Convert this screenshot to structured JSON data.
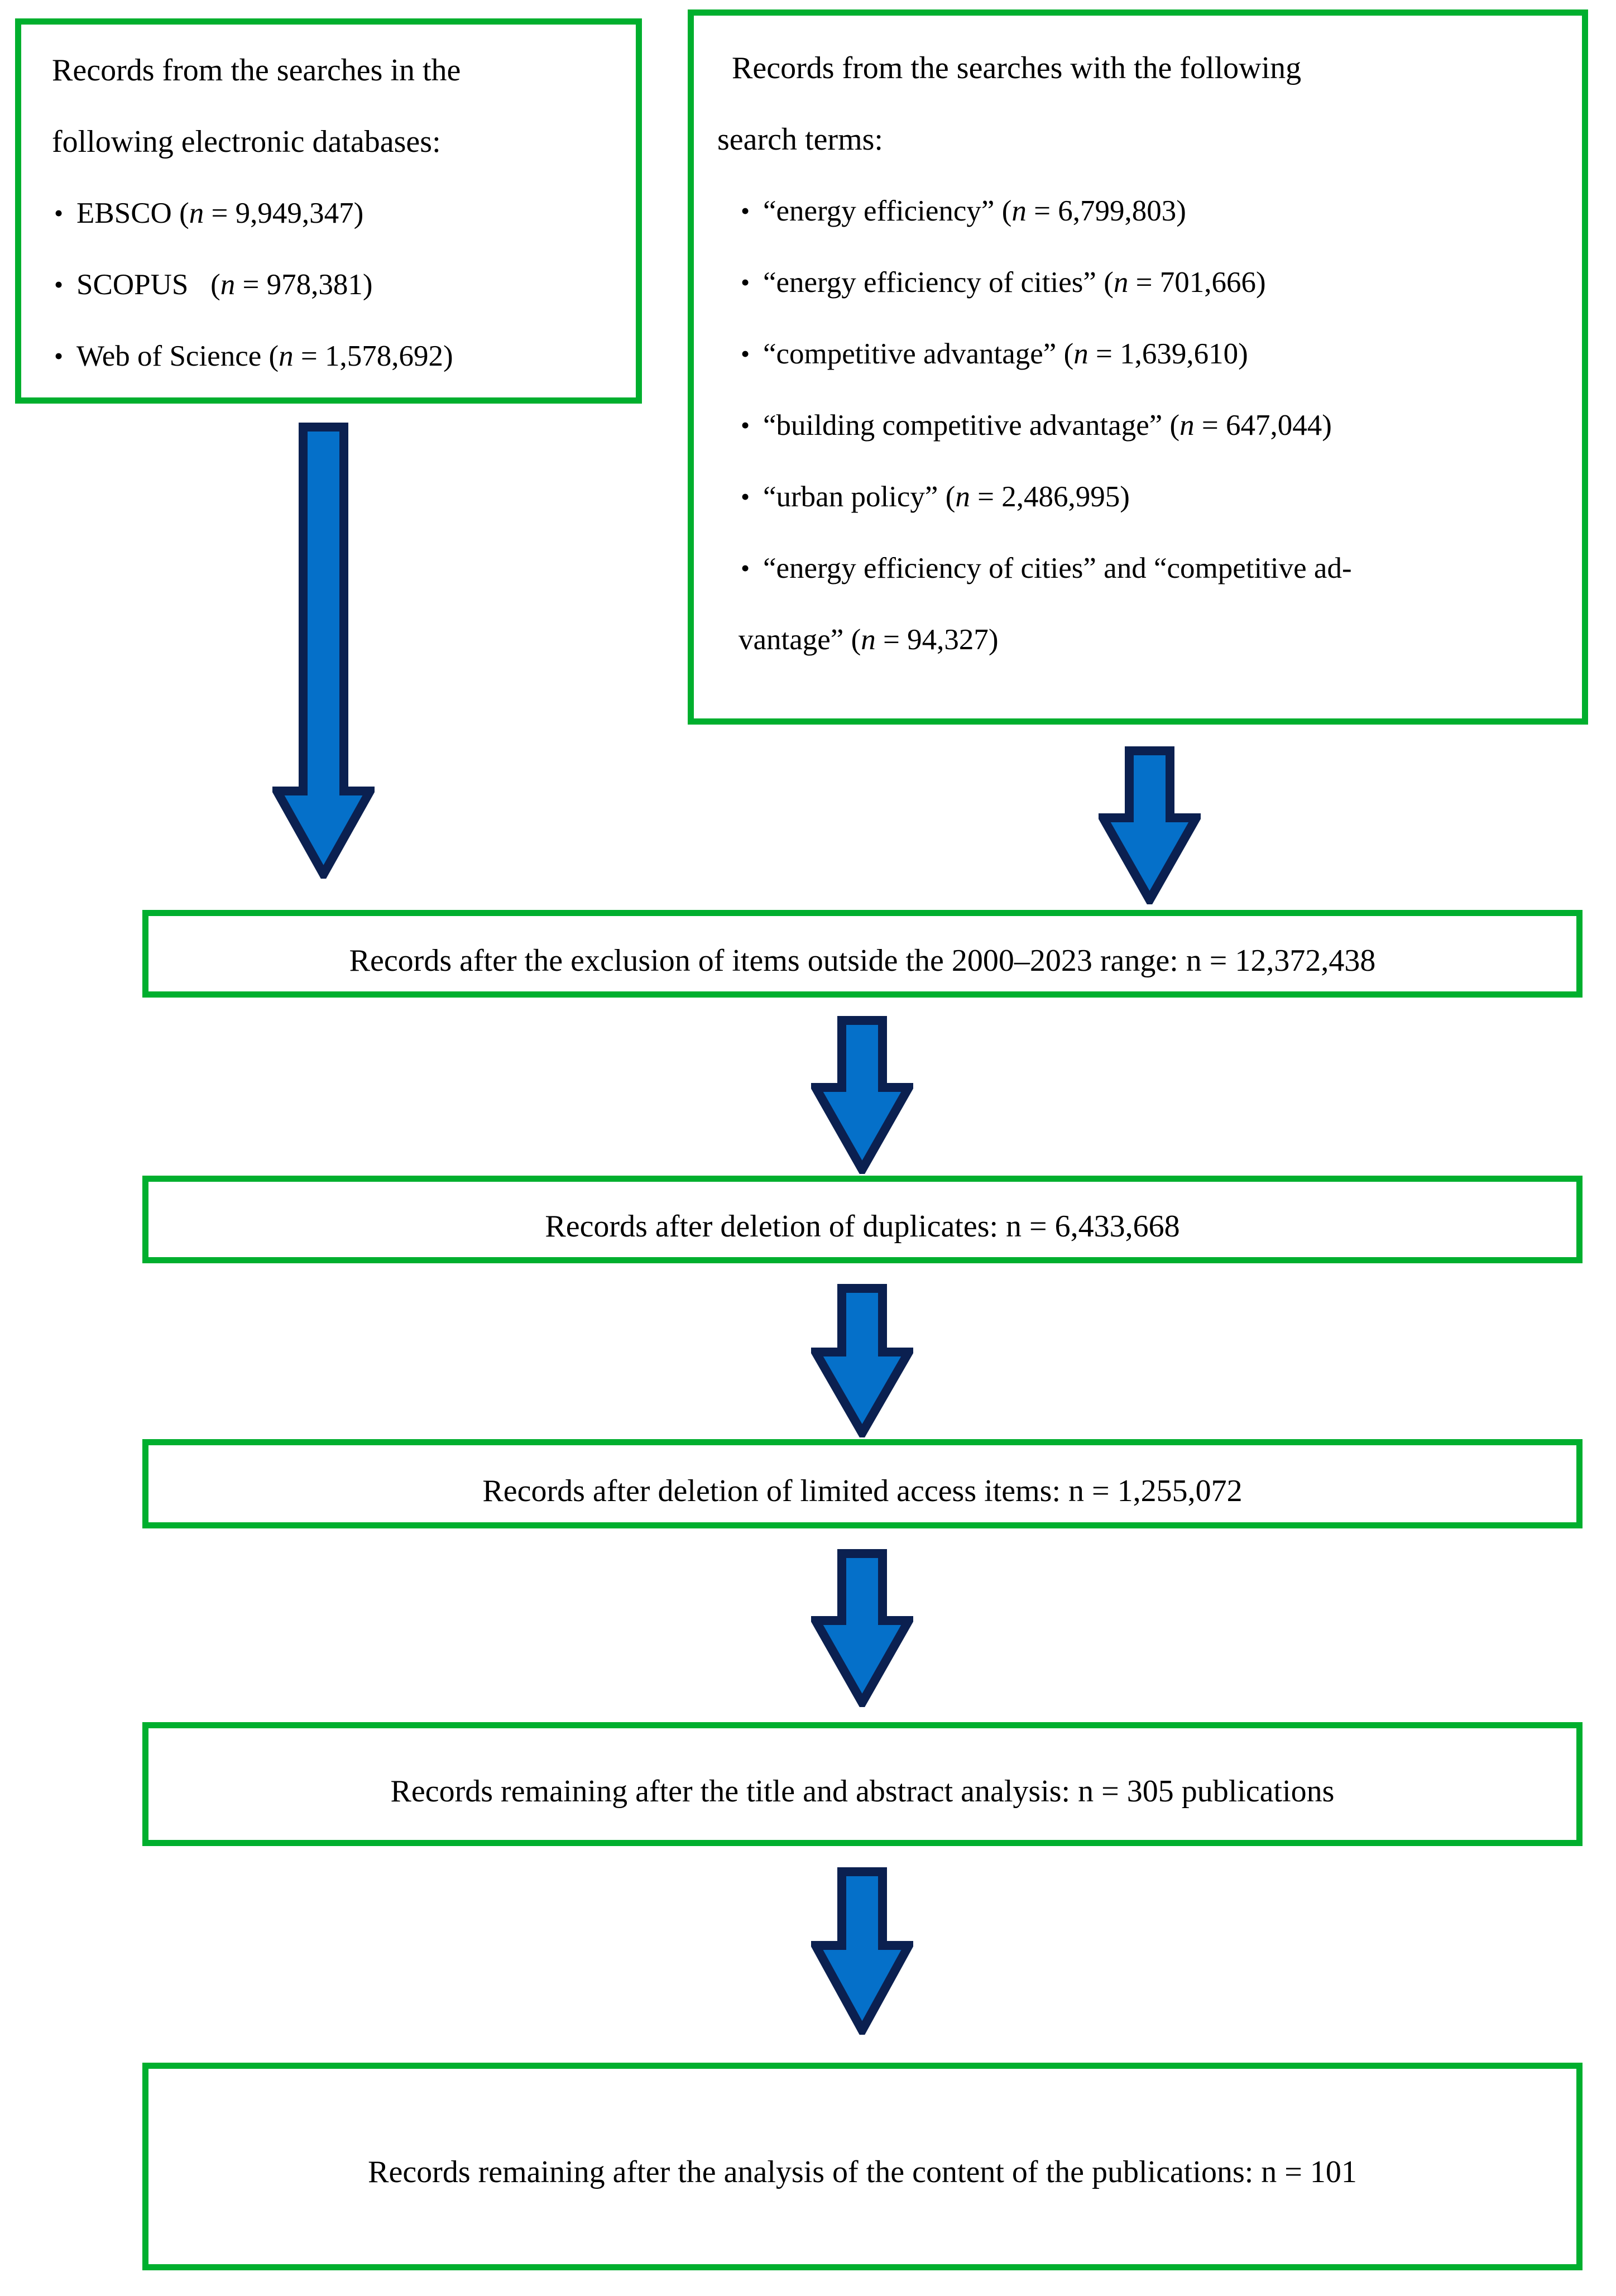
{
  "colors": {
    "box_border_green": "#00AF2E",
    "arrow_fill_blue": "#0570C9",
    "arrow_outline_navy": "#0B2050",
    "background": "#FFFFFF",
    "text": "#000000"
  },
  "flowchart": {
    "type": "prisma-flow-diagram",
    "sources": {
      "databases_box": {
        "heading_line_1": "Records from the searches in the",
        "heading_line_2": "following electronic databases:",
        "items": [
          {
            "label": "EBSCO",
            "n_prefix": "(",
            "n_italic": "n",
            "n_value": " = 9,949,347)"
          },
          {
            "label": "SCOPUS",
            "n_prefix": "(",
            "n_italic": "n",
            "n_value": " = 978,381)"
          },
          {
            "label": "Web of Science",
            "n_prefix": "(",
            "n_italic": "n",
            "n_value": " = 1,578,692)"
          }
        ]
      },
      "search_terms_box": {
        "heading_line_1": "Records from the searches with the following",
        "heading_line_2": "search terms:",
        "items": [
          {
            "term": "“energy efficiency”",
            "n_prefix": "(",
            "n_italic": "n",
            "n_value": " = 6,799,803)"
          },
          {
            "term": "“energy efficiency of cities”",
            "n_prefix": "(",
            "n_italic": "n",
            "n_value": " = 701,666)"
          },
          {
            "term": "“competitive advantage”",
            "n_prefix": "(",
            "n_italic": "n",
            "n_value": " = 1,639,610)"
          },
          {
            "term": "“building competitive advantage”",
            "n_prefix": "(",
            "n_italic": "n",
            "n_value": " = 647,044)"
          },
          {
            "term": "“urban policy”",
            "n_prefix": "(",
            "n_italic": "n",
            "n_value": " = 2,486,995)"
          },
          {
            "term": "“energy efficiency of cities” and “competitive ad-",
            "term_cont": "vantage”",
            "n_prefix": "(",
            "n_italic": "n",
            "n_value": " = 94,327)"
          }
        ]
      }
    },
    "stages": [
      {
        "id": "stage-date-range",
        "text": "Records after the exclusion of items outside the 2000–2023 range: n = 12,372,438"
      },
      {
        "id": "stage-duplicates",
        "text": "Records after deletion of duplicates: n = 6,433,668"
      },
      {
        "id": "stage-limited-access",
        "text": "Records after deletion of limited access items: n = 1,255,072"
      },
      {
        "id": "stage-title-abstract",
        "text": "Records remaining after the title and abstract analysis: n = 305 publications"
      },
      {
        "id": "stage-content",
        "text": "Records remaining after the analysis of the content of the publications: n = 101"
      }
    ],
    "arrows": [
      {
        "id": "arrow-databases-to-daterange",
        "direction": "down"
      },
      {
        "id": "arrow-searchterms-to-daterange",
        "direction": "down"
      },
      {
        "id": "arrow-daterange-to-duplicates",
        "direction": "down"
      },
      {
        "id": "arrow-duplicates-to-limited",
        "direction": "down"
      },
      {
        "id": "arrow-limited-to-titleabstract",
        "direction": "down"
      },
      {
        "id": "arrow-titleabstract-to-content",
        "direction": "down"
      }
    ]
  }
}
